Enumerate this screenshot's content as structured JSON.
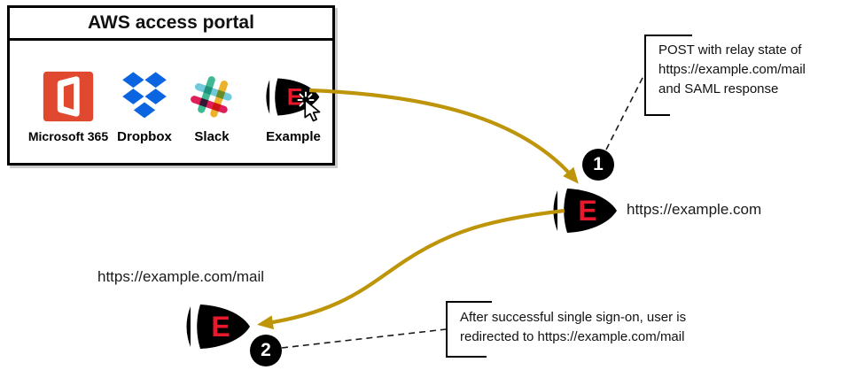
{
  "portal": {
    "title": "AWS access portal",
    "apps": [
      {
        "name": "Microsoft 365"
      },
      {
        "name": "Dropbox"
      },
      {
        "name": "Slack"
      },
      {
        "name": "Example",
        "letter": "E"
      }
    ]
  },
  "nodes": {
    "example_com": {
      "letter": "E",
      "label": "https://example.com"
    },
    "example_mail": {
      "letter": "E",
      "label": "https://example.com/mail"
    }
  },
  "steps": [
    {
      "number": "1",
      "text": "POST with relay state of\nhttps://example.com/mail\nand SAML response"
    },
    {
      "number": "2",
      "text": "After successful single sign-on, user is\nredirected to https://example.com/mail"
    }
  ],
  "colors": {
    "arrow_gold": "#BE9409",
    "dashed_line": "#1a1a1a",
    "node_fill": "#3FBEF0",
    "node_letter": "#E8192C",
    "microsoft365": "#E0492F",
    "dropbox": "#0B64E0",
    "slack_green": "#3EB991",
    "slack_yellow": "#ECB22E",
    "slack_blue": "#70CADB",
    "slack_pink": "#E01E5A",
    "badge_bg": "#000000",
    "badge_fg": "#ffffff"
  }
}
